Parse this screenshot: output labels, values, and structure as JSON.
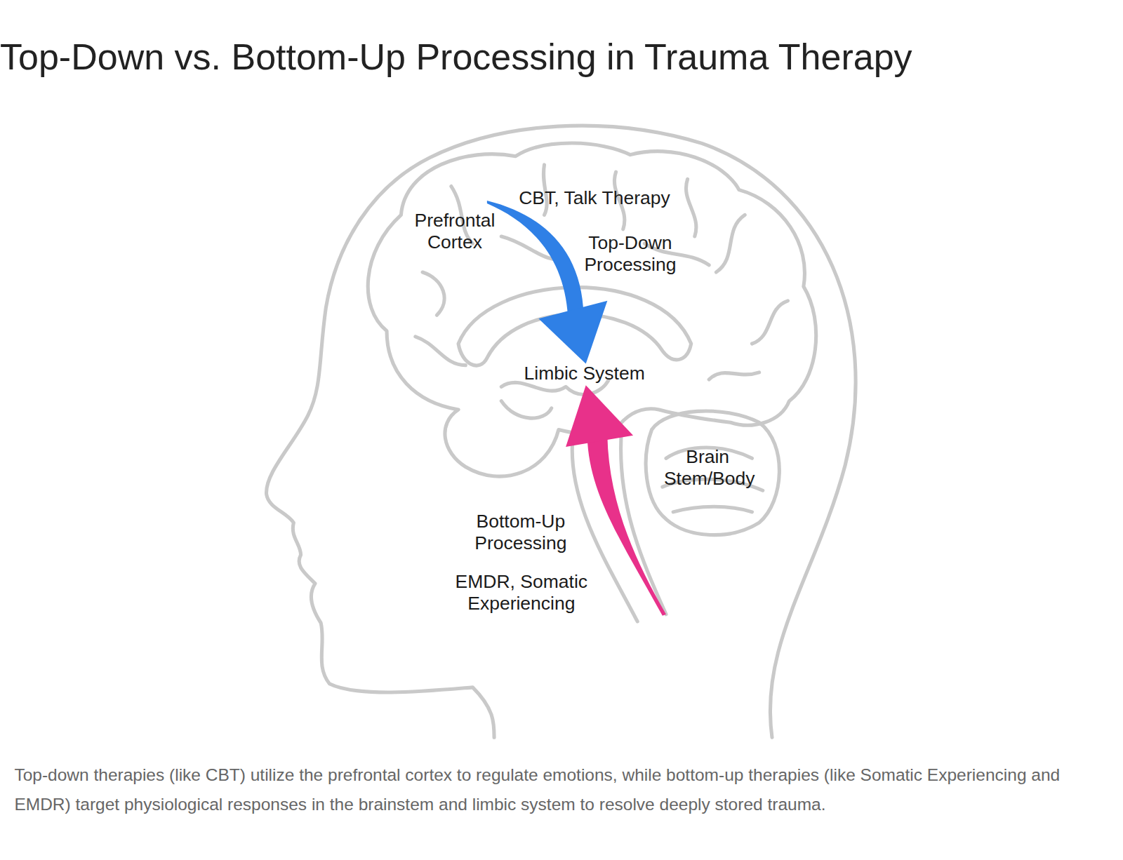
{
  "diagram": {
    "title": "Top-Down vs. Bottom-Up Processing in Trauma Therapy",
    "caption": "Top-down therapies (like CBT) utilize the prefrontal cortex to regulate emotions, while bottom-up therapies (like Somatic Experiencing and EMDR) target physiological responses in the brainstem and limbic system to resolve deeply stored trauma.",
    "labels": [
      "CBT, Talk Therapy",
      "Prefrontal Cortex",
      "Top-Down Processing",
      "Limbic System",
      "Brain Stem/Body",
      "Bottom-Up Processing",
      "EMDR, Somatic Experiencing"
    ]
  }
}
